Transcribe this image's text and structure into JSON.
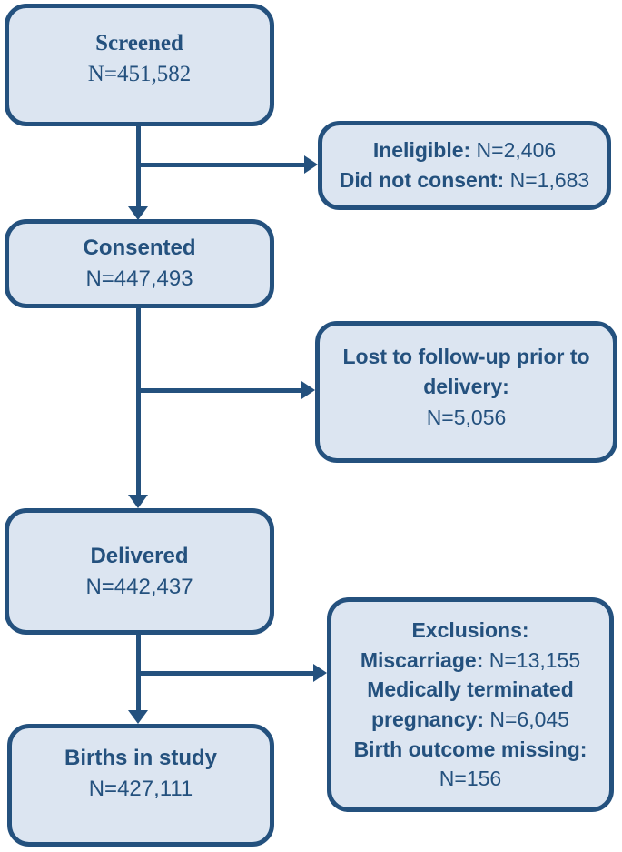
{
  "diagram": {
    "type": "study-flow-diagram",
    "colors": {
      "box_fill": "#dce5f1",
      "box_border": "#24517e",
      "text": "#24517e",
      "background": "#ffffff"
    },
    "nodes": {
      "screened": {
        "title": "Screened",
        "count": "N=451,582"
      },
      "ineligible": {
        "lines": [
          {
            "bold": "Ineligible:",
            "rest": " N=2,406"
          },
          {
            "bold": "Did not consent:",
            "rest": " N=1,683"
          }
        ]
      },
      "consented": {
        "title": "Consented",
        "count": "N=447,493"
      },
      "lost_to_followup": {
        "lines": [
          {
            "bold": "Lost to follow-up prior to delivery:",
            "rest": ""
          },
          {
            "bold": "",
            "rest": "N=5,056"
          }
        ]
      },
      "delivered": {
        "title": "Delivered",
        "count": "N=442,437"
      },
      "exclusions": {
        "lines": [
          {
            "bold": "Exclusions:",
            "rest": ""
          },
          {
            "bold": "Miscarriage:",
            "rest": " N=13,155"
          },
          {
            "bold": "Medically terminated pregnancy:",
            "rest": " N=6,045"
          },
          {
            "bold": "Birth outcome missing:",
            "rest": " N=156"
          }
        ]
      },
      "births_in_study": {
        "title": "Births in study",
        "count": "N=427,111"
      }
    }
  }
}
